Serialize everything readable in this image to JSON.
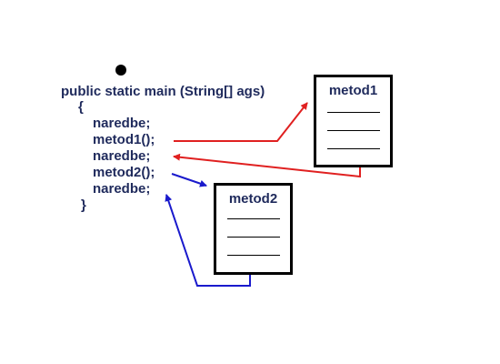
{
  "code": {
    "signature": "public static main (String[] ags)",
    "open_brace": "{",
    "statements": [
      "naredbe;",
      "metod1();",
      "naredbe;",
      "metod2();",
      "naredbe;"
    ],
    "close_brace": "}"
  },
  "methods": [
    {
      "title": "metod1"
    },
    {
      "title": "metod2"
    }
  ],
  "colors": {
    "code_text": "#1f2a5c",
    "call_arrow_1": "#e02020",
    "call_arrow_2": "#1a1acc"
  }
}
